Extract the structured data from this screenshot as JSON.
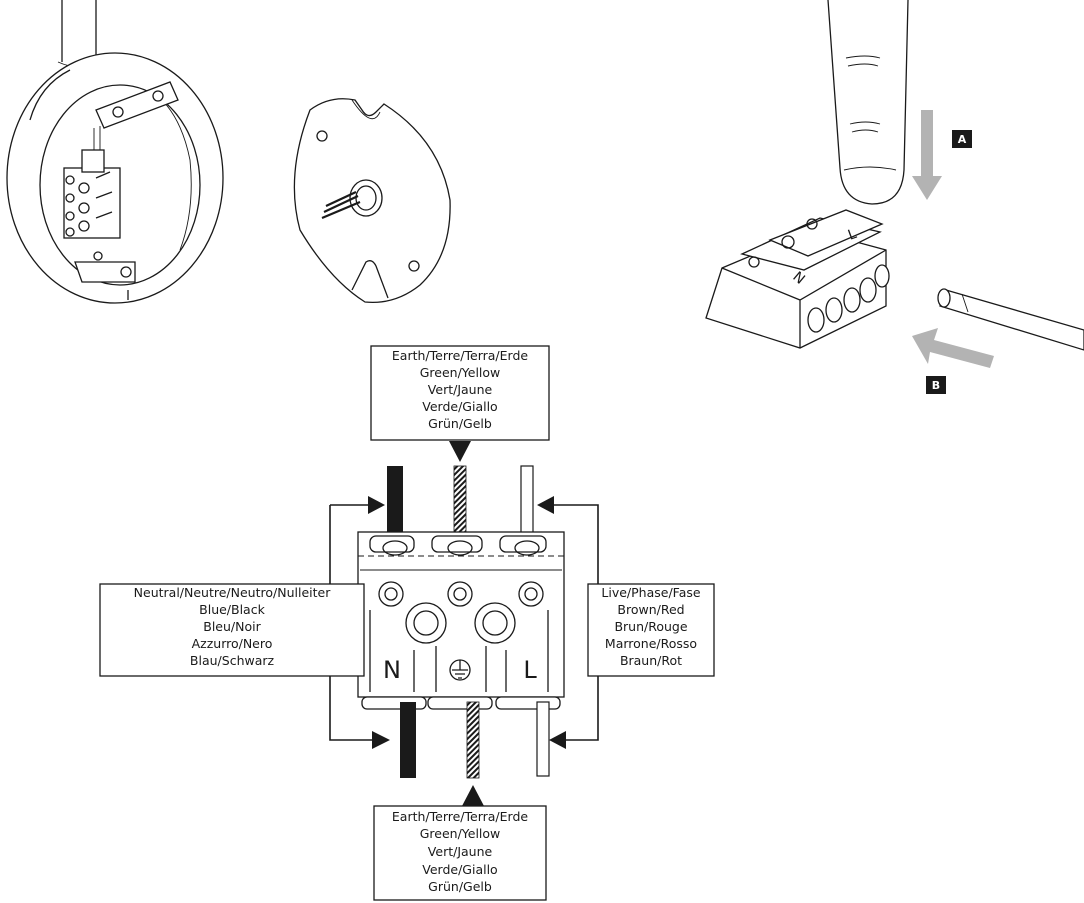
{
  "steps": {
    "a": "A",
    "b": "B"
  },
  "terminals": {
    "n": "N",
    "l": "L"
  },
  "labels": {
    "earth_top": [
      "Earth/Terre/Terra/Erde",
      "Green/Yellow",
      "Vert/Jaune",
      "Verde/Giallo",
      "Grün/Gelb"
    ],
    "earth_bottom": [
      "Earth/Terre/Terra/Erde",
      "Green/Yellow",
      "Vert/Jaune",
      "Verde/Giallo",
      "Grün/Gelb"
    ],
    "neutral": [
      "Neutral/Neutre/Neutro/Nulleiter",
      "Blue/Black",
      "Bleu/Noir",
      "Azzurro/Nero",
      "Blau/Schwarz"
    ],
    "live": [
      "Live/Phase/Fase",
      "Brown/Red",
      "Brun/Rouge",
      "Marrone/Rosso",
      "Braun/Rot"
    ]
  },
  "icons": {
    "earth": "earth-ground-icon",
    "arrow_a": "press-down-arrow-icon",
    "arrow_b": "insert-wire-arrow-icon"
  },
  "colors": {
    "ink": "#1a1a1a",
    "arrow_grey": "#b3b3b3",
    "paper": "#ffffff"
  }
}
